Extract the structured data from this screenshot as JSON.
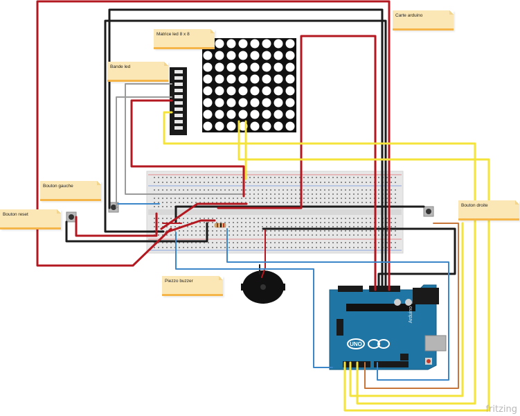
{
  "labels": {
    "carte_arduino": "Carte arduino",
    "matrice_led": "Matrice led 8 x 8",
    "bande_led": "Bande led",
    "bouton_gauche": "Bouton gauche",
    "bouton_reset": "Bouton reset",
    "bouton_droite": "Bouton droite",
    "piezzo_buzzer": "Piezzo buzzer"
  },
  "board": {
    "logo_text": "UNO",
    "brand_text": "Arduino"
  },
  "watermark": "fritzing",
  "colors": {
    "wire_red": "#b3171f",
    "wire_black": "#1b1b1b",
    "wire_yellow": "#f4e33a",
    "wire_blue": "#3a86c8",
    "wire_orange": "#c8753a",
    "wire_gray": "#9a9a9a",
    "board_blue": "#1f75a3",
    "note_fill": "#fbe7b5",
    "note_edge": "#f5b548"
  }
}
